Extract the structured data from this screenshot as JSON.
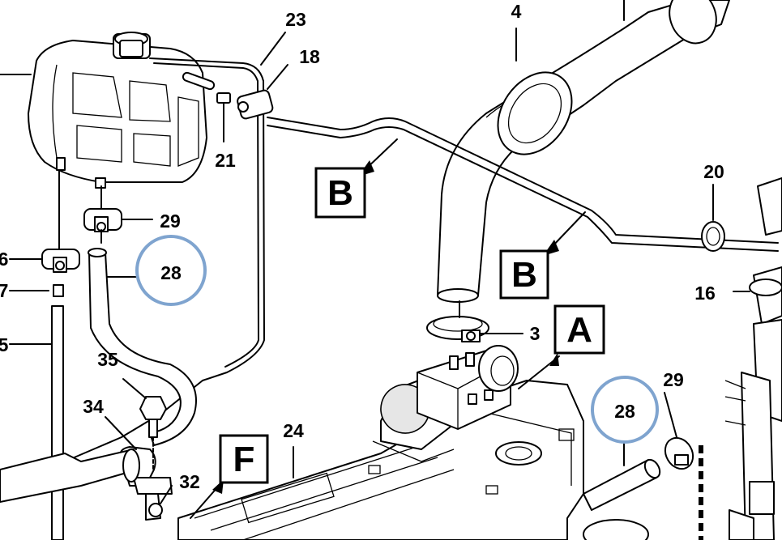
{
  "labels": {
    "n4": "4",
    "n23": "23",
    "n18": "18",
    "n21": "21",
    "n29a": "29",
    "n28a": "28",
    "n6": "6",
    "n7": "7",
    "n5": "5",
    "n35": "35",
    "n34": "34",
    "n32": "32",
    "n24": "24",
    "n20": "20",
    "n16": "16",
    "n3": "3",
    "n28b": "28",
    "n29b": "29"
  },
  "letters": {
    "b1": "B",
    "b2": "B",
    "a": "A",
    "f": "F"
  },
  "colors": {
    "highlight_circle": "#7fa4cf",
    "line": "#000000"
  }
}
